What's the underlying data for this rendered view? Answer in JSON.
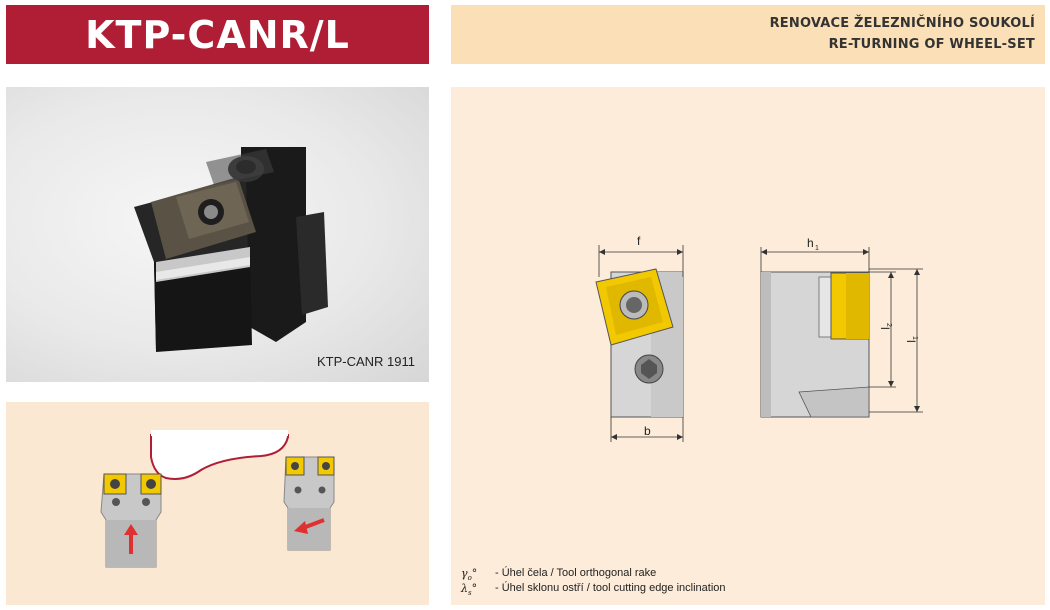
{
  "header": {
    "title": "KTP-CANR/L",
    "subtitle_cz": "RENOVACE ŽELEZNIČNÍHO SOUKOLÍ",
    "subtitle_en": "RE-TURNING OF WHEEL-SET"
  },
  "photo": {
    "caption": "KTP-CANR 1911"
  },
  "drawing": {
    "dim_f": "f",
    "dim_b": "b",
    "dim_h1": "h",
    "dim_h1_sub": "1",
    "dim_l1": "l",
    "dim_l1_sub": "1",
    "dim_l2": "l",
    "dim_l2_sub": "2"
  },
  "legend": [
    {
      "symbol": "γ",
      "sub": "o",
      "text": "- Úhel čela / Tool orthogonal rake"
    },
    {
      "symbol": "λ",
      "sub": "s",
      "text": "- Úhel sklonu ostří / tool cutting edge inclination"
    }
  ],
  "colors": {
    "brand_red": "#b01e35",
    "header_peach": "#fbe0b7",
    "insert_yellow": "#f2c800",
    "arrow_red": "#e03030"
  }
}
